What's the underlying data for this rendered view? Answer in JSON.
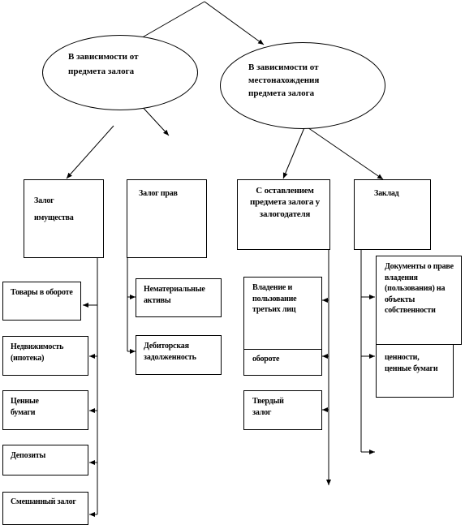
{
  "ellipses": {
    "subject": "В зависимости от предмета залога",
    "location": "В зависимости от местонахождения предмета залога"
  },
  "categories": {
    "property": "Залог имущества",
    "rights": "Залог прав",
    "pledgor": "С оставлением предмета залога у залогодателя",
    "pawn": "Заклад"
  },
  "property_items": [
    "Товары в обороте",
    "Недвижимость (ипотека)",
    "Ценные бумаги",
    "Депозиты",
    "Смешанный залог"
  ],
  "rights_items": [
    "Нематериальные активы",
    "Дебиторская задолженность"
  ],
  "pledgor_items": [
    "Владение и пользование третьих лиц",
    "обороте",
    "Твердый залог"
  ],
  "pawn_items": [
    "Документы о праве владения (пользования) на объекты собственности",
    "ценности, ценные бумаги"
  ]
}
